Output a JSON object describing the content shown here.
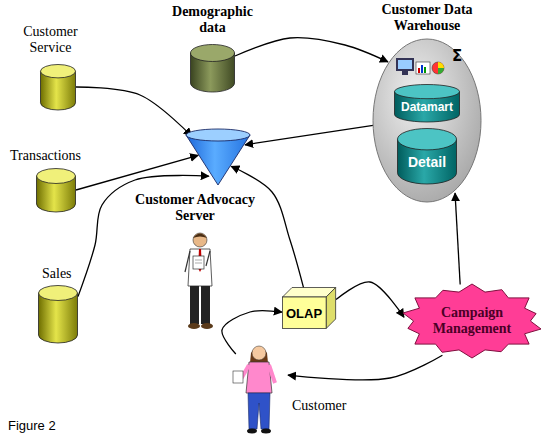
{
  "diagram": {
    "caption": "Figure 2",
    "nodes": [
      {
        "text": [
          "Demographic data"
        ]
      },
      {
        "text": [
          "Customer Data Warehouse"
        ]
      },
      {
        "text": [
          "Datamart"
        ],
        "in": 1
      },
      {
        "text": [
          "Detail"
        ],
        "in": 1
      },
      {
        "text": [
          "Customer Service"
        ]
      },
      {
        "text": [
          "Transactions"
        ]
      },
      {
        "text": [
          "Customer Advocacy Server"
        ]
      },
      {
        "text": [
          "Sales"
        ]
      },
      {
        "text": [
          "OLAP"
        ]
      },
      {
        "text": [
          "Campaign Management"
        ]
      },
      {
        "text": [
          "Customer"
        ]
      }
    ],
    "edges": [
      {
        "from": 0,
        "to": 1,
        "arrow": "to"
      },
      {
        "from": 4,
        "to": 6,
        "arrow": "to"
      },
      {
        "from": 5,
        "to": 6,
        "arrow": "to"
      },
      {
        "from": 7,
        "to": 6,
        "arrow": "to"
      },
      {
        "from": 1,
        "to": 6,
        "arrow": "to"
      },
      {
        "from": 8,
        "to": 6,
        "arrow": "to"
      },
      {
        "from": 8,
        "to": 9,
        "arrow": "to"
      },
      {
        "from": 9,
        "to": 1,
        "arrow": "to"
      },
      {
        "from": 9,
        "to": 10,
        "arrow": "to"
      },
      {
        "from": 10,
        "to": 8,
        "arrow": "to"
      }
    ],
    "labels": [
      "Σ"
    ]
  }
}
